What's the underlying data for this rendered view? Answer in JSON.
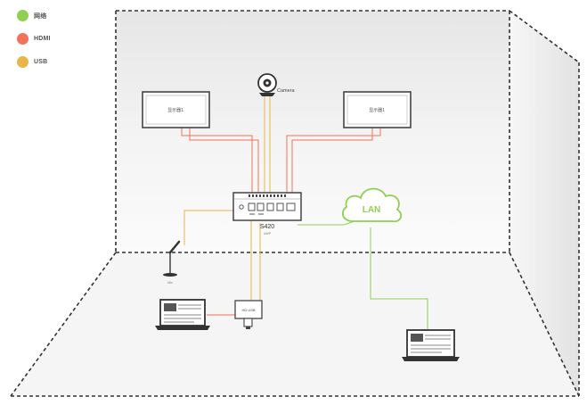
{
  "legend": [
    {
      "label": "网络",
      "color": "#8fd14f"
    },
    {
      "label": "HDMI",
      "color": "#f0735a"
    },
    {
      "label": "USB",
      "color": "#e8b548"
    }
  ],
  "camera": {
    "label": "Camera"
  },
  "displays": [
    {
      "label": "显示器1"
    },
    {
      "label": "显示器1"
    }
  ],
  "device": {
    "name": "S420",
    "subtitle": "UWP"
  },
  "cloud": {
    "label": "LAN"
  },
  "mic": {
    "label": "Mic"
  },
  "adapter": {
    "label": "HD USB"
  },
  "colors": {
    "network": "#8fd14f",
    "hdmi": "#f0735a",
    "usb": "#e8b548",
    "outline": "#333333"
  }
}
